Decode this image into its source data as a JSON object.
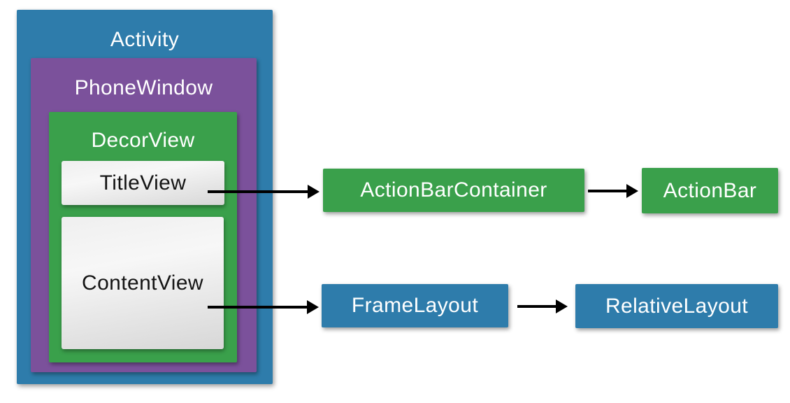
{
  "nodes": {
    "activity": {
      "label": "Activity",
      "color": "#2e7cab"
    },
    "phone_window": {
      "label": "PhoneWindow",
      "color": "#7b519b"
    },
    "decor_view": {
      "label": "DecorView",
      "color": "#3aa04b"
    },
    "title_view": {
      "label": "TitleView",
      "fill": "gray-gradient"
    },
    "content_view": {
      "label": "ContentView",
      "fill": "gray-gradient"
    },
    "action_bar_container": {
      "label": "ActionBarContainer",
      "color": "#3aa04b"
    },
    "action_bar": {
      "label": "ActionBar",
      "color": "#3aa04b"
    },
    "frame_layout": {
      "label": "FrameLayout",
      "color": "#2e7cab"
    },
    "relative_layout": {
      "label": "RelativeLayout",
      "color": "#2e7cab"
    }
  },
  "edges": [
    {
      "from": "TitleView",
      "to": "ActionBarContainer"
    },
    {
      "from": "ActionBarContainer",
      "to": "ActionBar"
    },
    {
      "from": "ContentView",
      "to": "FrameLayout"
    },
    {
      "from": "FrameLayout",
      "to": "RelativeLayout"
    }
  ],
  "colors": {
    "blue": "#2e7cab",
    "purple": "#7b519b",
    "green": "#3aa04b",
    "arrow": "#000000",
    "text_on_color": "#ffffff",
    "text_on_gray": "#141414",
    "background": "#ffffff"
  }
}
